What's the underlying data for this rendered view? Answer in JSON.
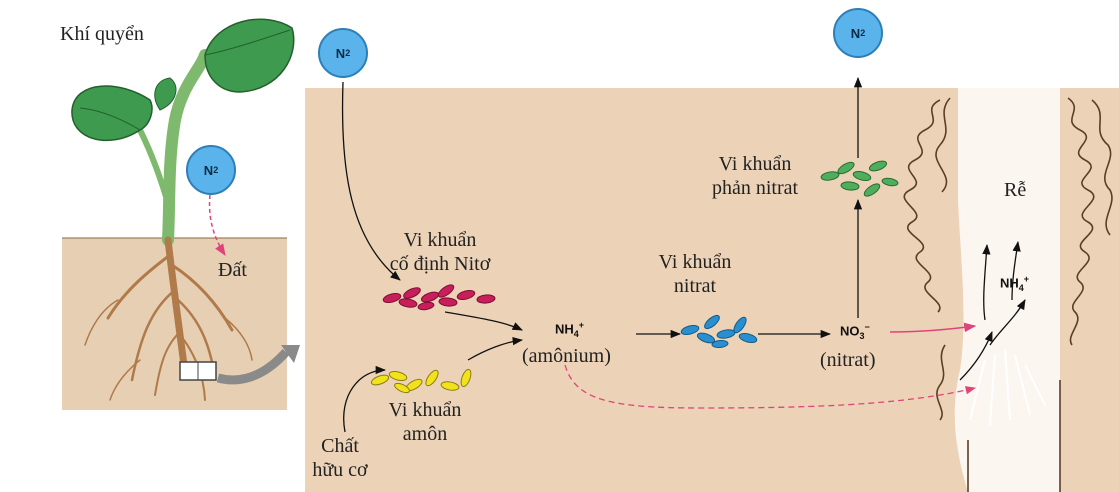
{
  "colors": {
    "soil_panel": "#ecd3b8",
    "soil_small": "#e6cfb3",
    "leaf": "#3e9a4e",
    "stem": "#a9d69a",
    "root": "#b07a4a",
    "n2_fill": "#5ab3ea",
    "bacteria_fixing": "#c81e5a",
    "bacteria_ammon": "#f2e21c",
    "bacteria_nitrat": "#2a8fd0",
    "bacteria_denitr": "#4fae5c",
    "pink_arrow": "#e0437a"
  },
  "labels": {
    "atmosphere": "Khí quyển",
    "soil": "Đất",
    "root": "Rễ",
    "fixing_1": "Vi khuẩn",
    "fixing_2": "cố định Nitơ",
    "nitrat_1": "Vi khuẩn",
    "nitrat_2": "nitrat",
    "denitr_1": "Vi khuẩn",
    "denitr_2": "phản nitrat",
    "ammon_1": "Vi khuẩn",
    "ammon_2": "amôn",
    "organic_1": "Chất",
    "organic_2": "hữu cơ",
    "ammonium": "(amônium)",
    "nitrate": "(nitrat)"
  },
  "chem": {
    "n2": "N",
    "n2_sub": "2",
    "nh4": "NH",
    "nh4_sub": "4",
    "nh4_sup": "+",
    "no3": "NO",
    "no3_sub": "3",
    "no3_sup": "−"
  }
}
